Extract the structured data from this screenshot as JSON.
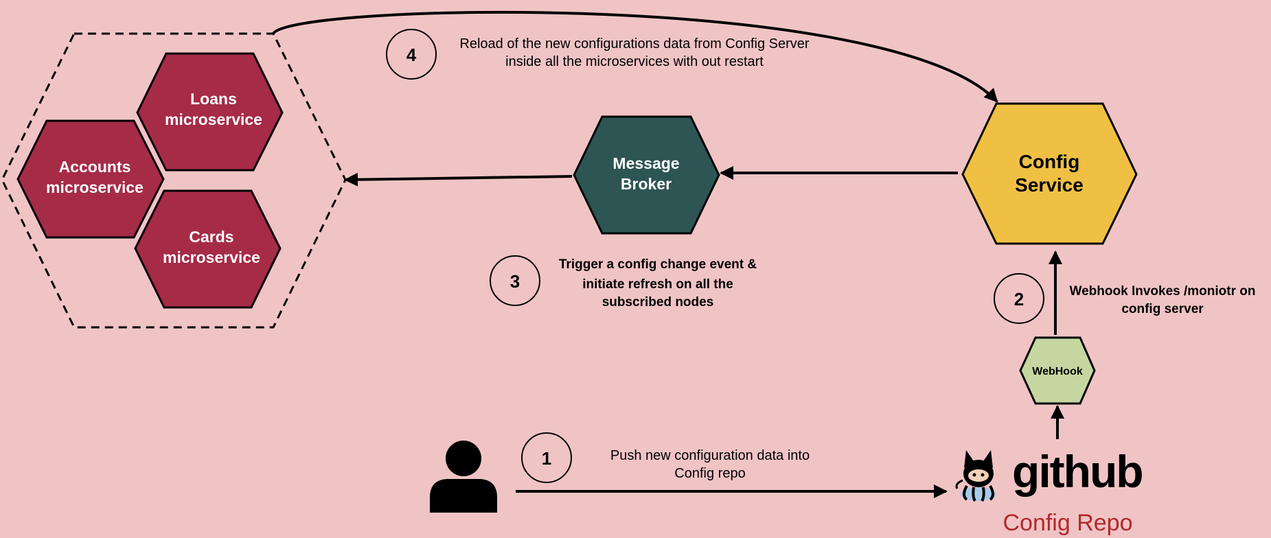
{
  "colors": {
    "background": "#f0c4c5",
    "microservice": "#a62b47",
    "broker": "#2d5553",
    "config_service": "#f0c044",
    "webhook": "#c5d6a0",
    "config_repo_text": "#b3282d"
  },
  "nodes": {
    "loans": {
      "line1": "Loans",
      "line2": "microservice"
    },
    "accounts": {
      "line1": "Accounts",
      "line2": "microservice"
    },
    "cards": {
      "line1": "Cards",
      "line2": "microservice"
    },
    "broker": {
      "line1": "Message",
      "line2": "Broker"
    },
    "config": {
      "line1": "Config",
      "line2": "Service"
    },
    "webhook": {
      "label": "WebHook"
    }
  },
  "steps": {
    "s1": {
      "num": "1",
      "line1": "Push new configuration data into",
      "line2": "Config repo"
    },
    "s2": {
      "num": "2",
      "line1": "Webhook Invokes /moniotr on",
      "line2": "config server"
    },
    "s3": {
      "num": "3",
      "line1": "Trigger a config change event &",
      "line2": "initiate refresh on all the",
      "line3": "subscribed nodes"
    },
    "s4": {
      "num": "4",
      "line1": "Reload of the new configurations data from Config Server",
      "line2": "inside all the microservices with out restart"
    }
  },
  "github": {
    "wordmark": "github",
    "caption": "Config Repo"
  },
  "icons": {
    "user": "user-icon",
    "octocat": "octocat-icon"
  }
}
